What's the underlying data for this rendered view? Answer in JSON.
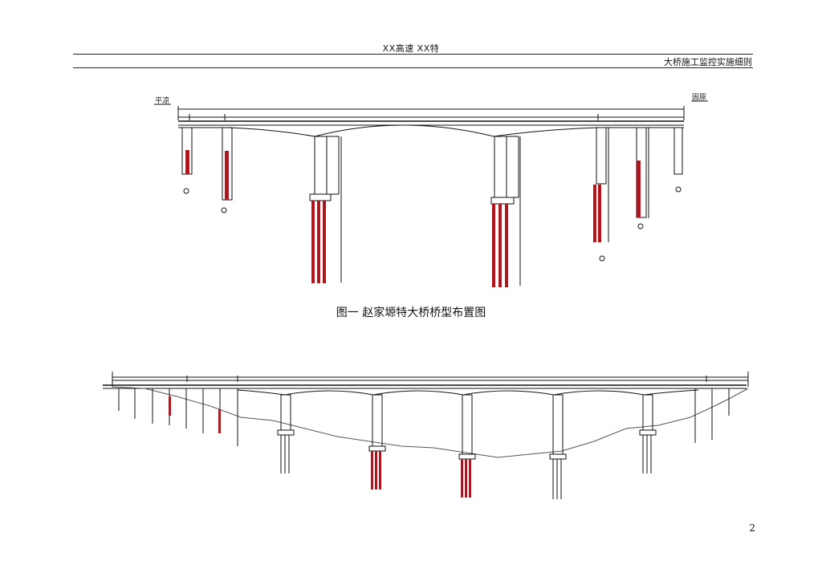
{
  "header": {
    "title": "XX高速 XX特",
    "subtitle": "大桥施工监控实施细则"
  },
  "figure1": {
    "left_label": "平凉",
    "right_label": "固原",
    "caption": "图一    赵家塬特大桥桥型布置图"
  },
  "page_number": "2",
  "colors": {
    "pile_red": "#b5121b",
    "line": "#111111"
  }
}
